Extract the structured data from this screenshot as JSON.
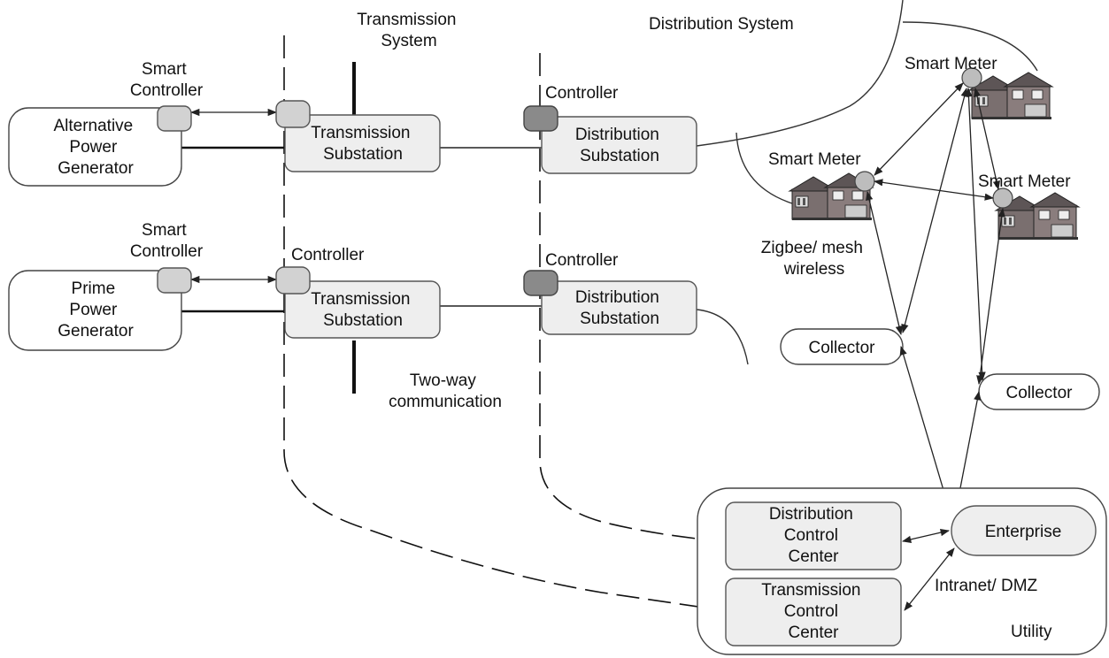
{
  "labels": {
    "transmission_system": [
      "Transmission",
      "System"
    ],
    "distribution_system": "Distribution System",
    "smart_controller_top": [
      "Smart",
      "Controller"
    ],
    "smart_controller_bottom": [
      "Smart",
      "Controller"
    ],
    "controller_dist_top": "Controller",
    "controller_trans_bottom": "Controller",
    "controller_dist_bottom": "Controller",
    "two_way": [
      "Two-way",
      "communication"
    ],
    "smart_meter_1": "Smart Meter",
    "smart_meter_2": "Smart Meter",
    "smart_meter_3": "Smart Meter",
    "zigbee": [
      "Zigbee/ mesh",
      "wireless"
    ],
    "intranet": "Intranet/ DMZ",
    "utility": "Utility"
  },
  "nodes": {
    "alt_generator": [
      "Alternative",
      "Power",
      "Generator"
    ],
    "prime_generator": [
      "Prime",
      "Power",
      "Generator"
    ],
    "trans_sub_top": [
      "Transmission",
      "Substation"
    ],
    "trans_sub_bottom": [
      "Transmission",
      "Substation"
    ],
    "dist_sub_top": [
      "Distribution",
      "Substation"
    ],
    "dist_sub_bottom": [
      "Distribution",
      "Substation"
    ],
    "collector_1": "Collector",
    "collector_2": "Collector",
    "enterprise": "Enterprise",
    "dist_control_center": [
      "Distribution",
      "Control",
      "Center"
    ],
    "trans_control_center": [
      "Transmission",
      "Control",
      "Center"
    ]
  },
  "icons": [
    "house-icon",
    "smart-meter-icon",
    "controller-icon"
  ]
}
